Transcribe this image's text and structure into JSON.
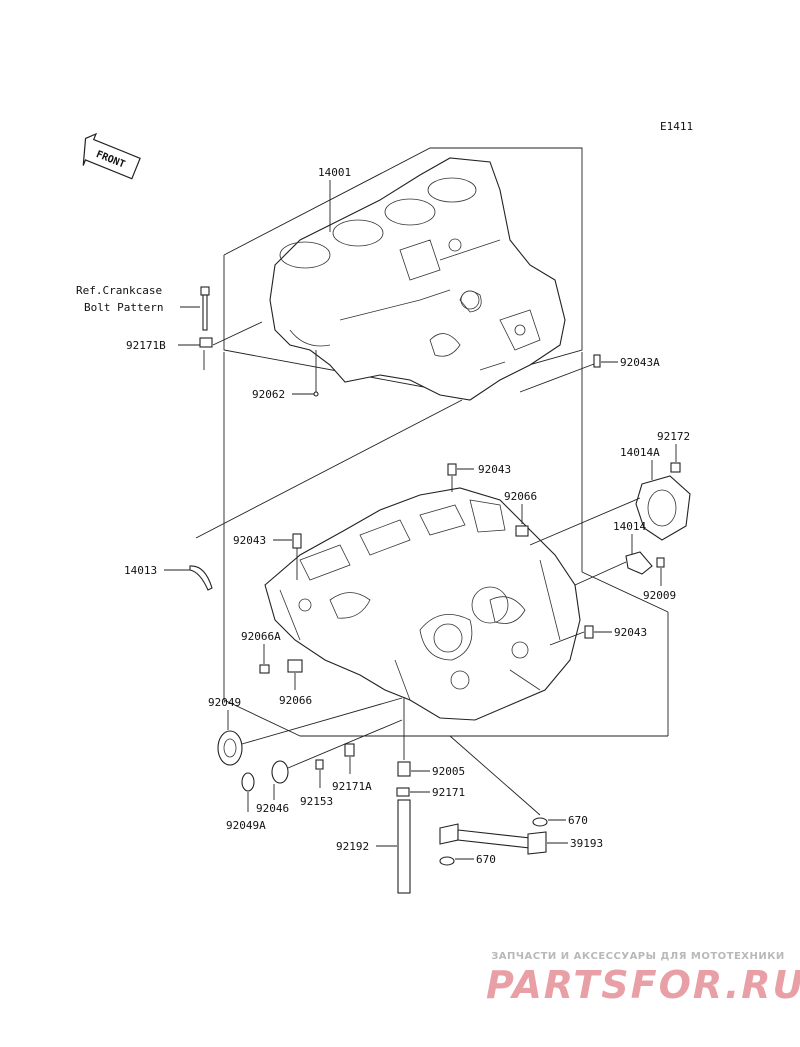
{
  "diagram": {
    "code": "E1411",
    "front_label": "FRONT",
    "ref_line1": "Ref.Crankcase",
    "ref_line2": "Bolt Pattern",
    "parts": {
      "p14001": "14001",
      "p92171B": "92171B",
      "p92062": "92062",
      "p92043A": "92043A",
      "p92172": "92172",
      "p14014A": "14014A",
      "p92043_top": "92043",
      "p92066_top": "92066",
      "p92043_left": "92043",
      "p14013": "14013",
      "p14014": "14014",
      "p92009": "92009",
      "p92043_right": "92043",
      "p92066A": "92066A",
      "p92066_low": "92066",
      "p92049": "92049",
      "p92046": "92046",
      "p92049A": "92049A",
      "p92153": "92153",
      "p92171A": "92171A",
      "p92005": "92005",
      "p92171": "92171",
      "p670_a": "670",
      "p670_b": "670",
      "p39193": "39193",
      "p92192": "92192"
    }
  },
  "watermark": {
    "tagline": "ЗАПЧАСТИ И АКСЕССУАРЫ ДЛЯ МОТОТЕХНИКИ",
    "logo": "PARTSFOR.RU",
    "logo_color": "#e8a0a6"
  }
}
